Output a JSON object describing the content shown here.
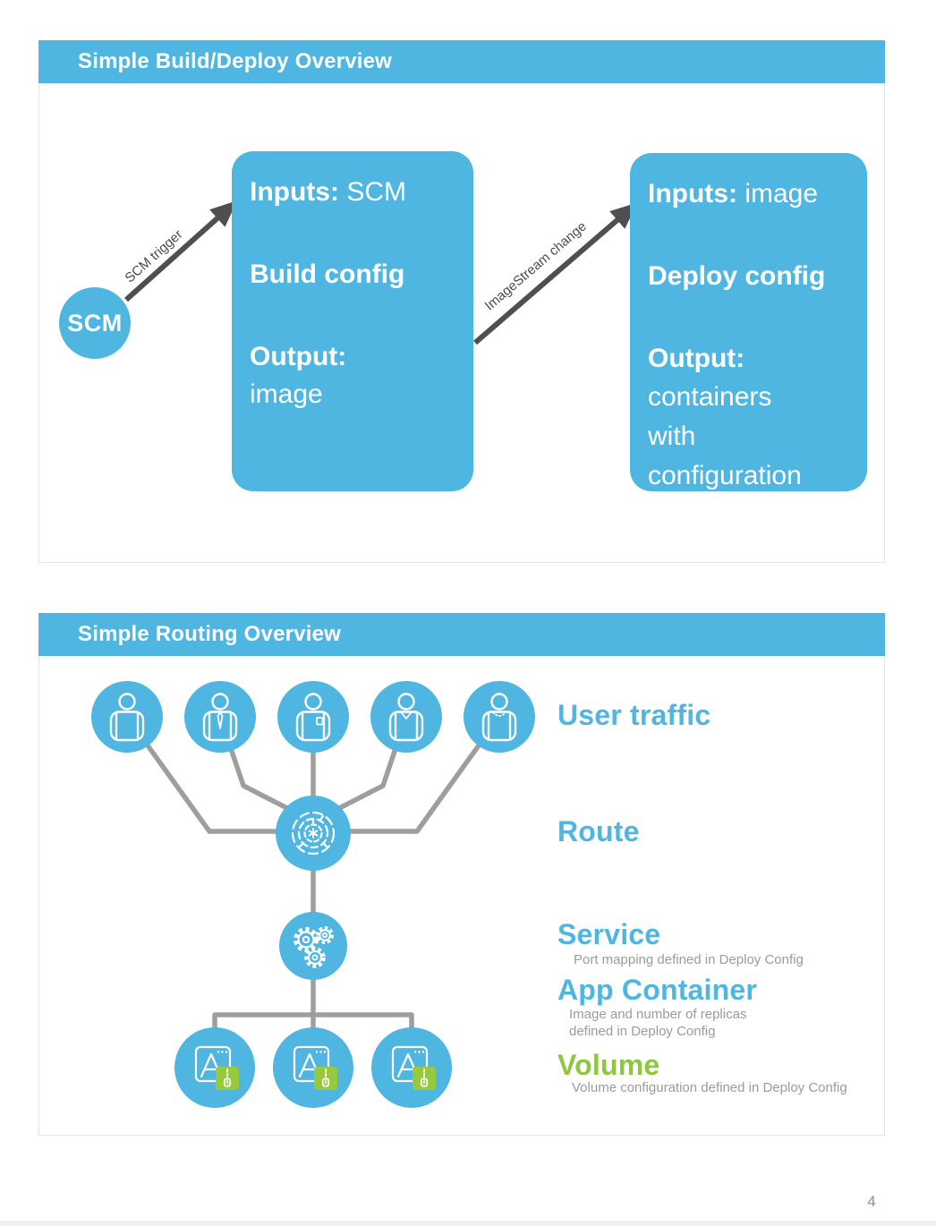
{
  "page": {
    "number": "4"
  },
  "build_deploy": {
    "title": "Simple Build/Deploy Overview",
    "scm_label": "SCM",
    "arrow1_label": "SCM trigger",
    "arrow2_label": "ImageStream change",
    "build_box": {
      "inputs_label": "Inputs:",
      "inputs_value": "SCM",
      "name": "Build config",
      "output_label": "Output:",
      "output_value": "image"
    },
    "deploy_box": {
      "inputs_label": "Inputs:",
      "inputs_value": "image",
      "name": "Deploy config",
      "output_label": "Output:",
      "output_lines": [
        "containers",
        "with",
        "configuration"
      ]
    }
  },
  "routing": {
    "title": "Simple Routing Overview",
    "labels": {
      "user_traffic": "User traffic",
      "route": "Route",
      "service": "Service",
      "service_sub": "Port mapping defined in Deploy Config",
      "app_container": "App Container",
      "app_container_sub1": "Image and number of replicas",
      "app_container_sub2": "defined in Deploy Config",
      "volume": "Volume",
      "volume_sub": "Volume configuration defined in Deploy Config"
    }
  },
  "icons": {
    "scm": "scm-circle",
    "user": "person-icon",
    "route": "maze-icon",
    "service": "gears-icon",
    "app_container": "app-window-a-icon",
    "volume": "zipper-volume-icon"
  },
  "colors": {
    "blue": "#4FB5E1",
    "green_label": "#8DC63F",
    "green_square": "#97C93D",
    "connector_gray": "#9E9E9E",
    "arrow_gray": "#4F4F4F",
    "subtext_gray": "#9B9B9B"
  }
}
